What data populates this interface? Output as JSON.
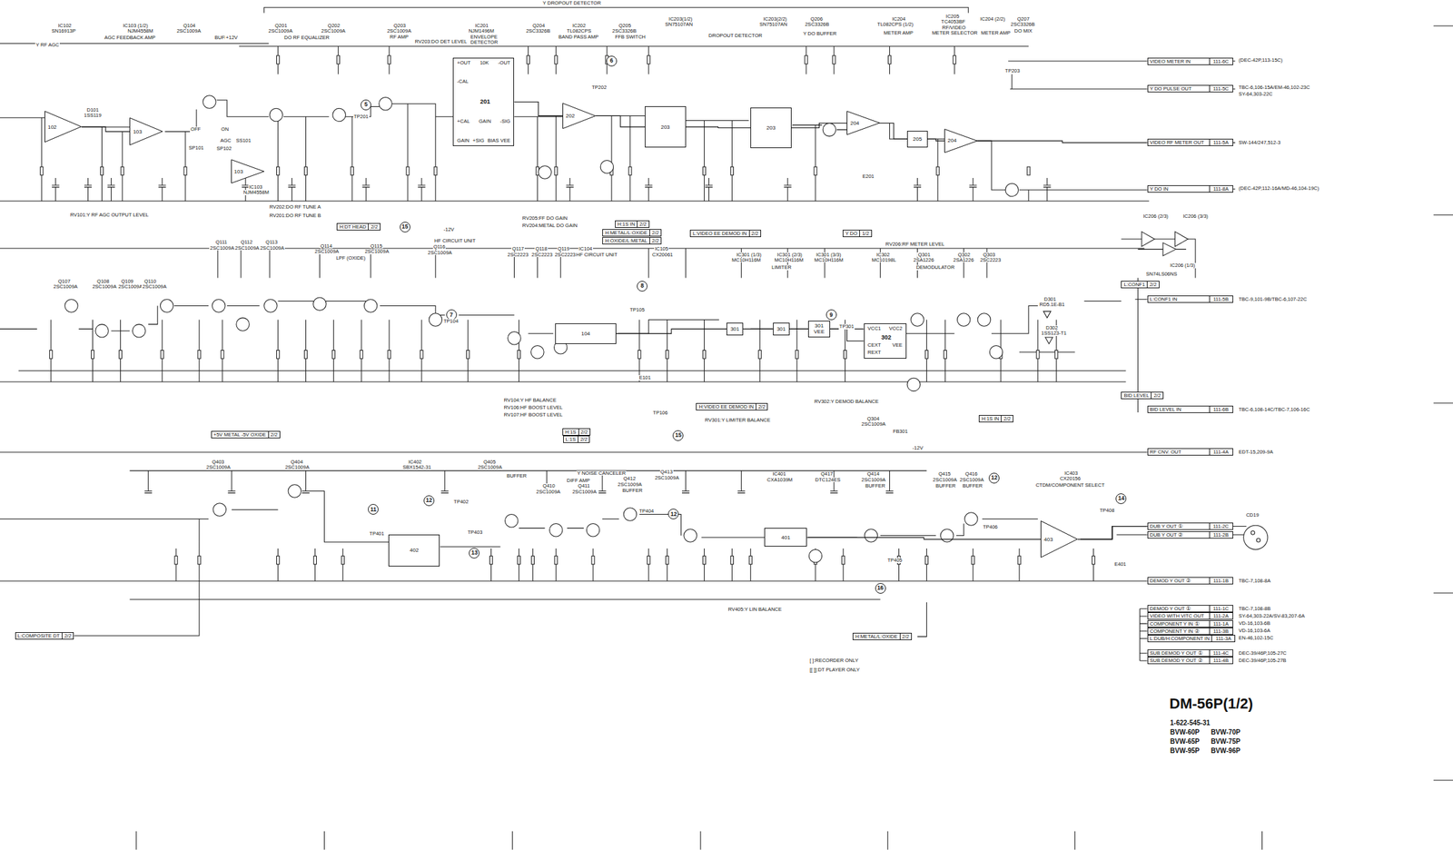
{
  "diagram": {
    "title": "DM-56P(1/2)",
    "nodes": [
      {
        "text": [
          "102"
        ]
      },
      {
        "text": [
          "103"
        ]
      },
      {
        "text": [
          "103"
        ]
      },
      {
        "text": [
          "+OUT",
          "10K",
          "-OUT",
          "-CAL",
          "201",
          "+CAL",
          "GAIN",
          "-SIG",
          "GAIN",
          "+SIG",
          "BIAS VEE"
        ]
      },
      {
        "text": [
          "202"
        ]
      },
      {
        "text": [
          "203"
        ]
      },
      {
        "text": [
          "203"
        ]
      },
      {
        "text": [
          "204"
        ]
      },
      {
        "text": [
          "205"
        ]
      },
      {
        "text": [
          "204"
        ]
      },
      {
        "text": [
          "104"
        ]
      },
      {
        "text": [
          "301"
        ]
      },
      {
        "text": [
          "301"
        ]
      },
      {
        "text": [
          "301",
          "VEE"
        ]
      },
      {
        "text": [
          "VCC1",
          "VCC2",
          "302",
          "CEXT",
          "VEE",
          "REXT"
        ]
      },
      {
        "text": [
          "402"
        ]
      },
      {
        "text": [
          "401"
        ]
      },
      {
        "text": [
          "403"
        ]
      },
      {
        "text": [
          "H:DT HEAD",
          "2/2"
        ]
      },
      {
        "text": [
          "H:1S IN",
          "2/2"
        ]
      },
      {
        "text": [
          "H:METAL/L:OXIDE",
          "2/2"
        ]
      },
      {
        "text": [
          "H:OXIDE/L:METAL",
          "2/2"
        ]
      },
      {
        "text": [
          "L:VIDEO EE DEMOD IN",
          "2/2"
        ]
      },
      {
        "text": [
          "Y DO",
          "1/2"
        ]
      },
      {
        "text": [
          "+5V METAL -5V OXIDE",
          "2/2"
        ]
      },
      {
        "text": [
          "H:VIDEO EE DEMOD IN",
          "2/2"
        ]
      },
      {
        "text": [
          "H:1S",
          "2/2"
        ]
      },
      {
        "text": [
          "L:1S",
          "2/2"
        ]
      },
      {
        "text": [
          "H:1S IN",
          "2/2"
        ]
      },
      {
        "text": [
          "H:METAL/L:OXIDE",
          "2/2"
        ]
      },
      {
        "text": [
          "L:COMPOSITE DT",
          "2/2"
        ]
      },
      {
        "text": [
          "L:CONF1",
          "2/2"
        ]
      },
      {
        "text": [
          "BID LEVEL",
          "2/2"
        ]
      },
      {
        "text": [
          "VIDEO METER IN",
          "111-6C"
        ]
      },
      {
        "text": [
          "Y DO PULSE OUT",
          "111-5C"
        ]
      },
      {
        "text": [
          "VIDEO RF METER OUT",
          "111-5A"
        ]
      },
      {
        "text": [
          "Y DO IN",
          "111-8A"
        ]
      },
      {
        "text": [
          "L:CONF1 IN",
          "111-5B"
        ]
      },
      {
        "text": [
          "BID LEVEL IN",
          "111-6B"
        ]
      },
      {
        "text": [
          "RF CNV. OUT",
          "111-4A"
        ]
      },
      {
        "text": [
          "DUB Y OUT ①",
          "111-2C"
        ]
      },
      {
        "text": [
          "DUB Y OUT ②",
          "111-2B"
        ]
      },
      {
        "text": [
          "DEMOD Y OUT ②",
          "111-1B"
        ]
      },
      {
        "text": [
          "DEMOD Y OUT ①",
          "111-1C"
        ]
      },
      {
        "text": [
          "VIDEO WITH VITC OUT",
          "111-2A"
        ]
      },
      {
        "text": [
          "COMPONENT Y IN ①",
          "111-1A"
        ]
      },
      {
        "text": [
          "COMPONENT Y IN ②",
          "111-3B"
        ]
      },
      {
        "text": [
          "L:DUB/H:COMPONENT IN",
          "111-3A"
        ]
      },
      {
        "text": [
          "SUB DEMOD Y OUT ①",
          "111-4C"
        ]
      },
      {
        "text": [
          "SUB DEMOD Y OUT ②",
          "111-4B"
        ]
      },
      {
        "text": [
          "5"
        ]
      },
      {
        "text": [
          "6"
        ]
      },
      {
        "text": [
          "7"
        ]
      },
      {
        "text": [
          "8"
        ]
      },
      {
        "text": [
          "9"
        ]
      },
      {
        "text": [
          "11"
        ]
      },
      {
        "text": [
          "12"
        ]
      },
      {
        "text": [
          "13"
        ]
      },
      {
        "text": [
          "12"
        ]
      },
      {
        "text": [
          "12"
        ]
      },
      {
        "text": [
          "14"
        ]
      },
      {
        "text": [
          "15"
        ]
      },
      {
        "text": [
          "16"
        ]
      },
      {
        "text": [
          "15"
        ]
      }
    ],
    "edges": [
      {
        "from": 0,
        "to": 1,
        "arrow": "none"
      },
      {
        "from": 3,
        "to": 4,
        "arrow": "none"
      },
      {
        "from": 4,
        "to": 5,
        "arrow": "none"
      },
      {
        "from": 5,
        "to": 6,
        "arrow": "none"
      },
      {
        "from": 6,
        "to": 7,
        "arrow": "none"
      },
      {
        "from": 7,
        "to": 8,
        "arrow": "none"
      },
      {
        "from": 8,
        "to": 9,
        "arrow": "none"
      },
      {
        "from": 9,
        "to": 35,
        "arrow": "none"
      },
      {
        "from": 10,
        "to": 11,
        "arrow": "none"
      },
      {
        "from": 11,
        "to": 12,
        "arrow": "none"
      },
      {
        "from": 12,
        "to": 13,
        "arrow": "none"
      },
      {
        "from": 13,
        "to": 14,
        "arrow": "none"
      },
      {
        "from": 16,
        "to": 17,
        "arrow": "none"
      },
      {
        "from": 17,
        "to": 40,
        "arrow": "none"
      }
    ],
    "labels": [
      "Y DROPOUT DETECTOR",
      "IC102",
      "SN16913P",
      "IC103 (1/2)",
      "NJM4558M",
      "Q104",
      "2SC1009A",
      "AGC FEEDBACK AMP",
      "BUFFER",
      "Y RF AGC",
      "+12V",
      "Q201",
      "2SC1009A",
      "Q202",
      "2SC1009A",
      "DO RF EQUALIZER",
      "Q203",
      "2SC1009A",
      "RF AMP",
      "RV203:DO DET LEVEL",
      "IC201",
      "NJM1496M",
      "ENVELOPE",
      "DETECTOR",
      "Q204",
      "2SC3326B",
      "IC202",
      "TL082CPS",
      "BAND PASS AMP",
      "Q205",
      "2SC3326B",
      "FFB SWITCH",
      "IC203(1/2)",
      "SN75107AN",
      "IC203(2/2)",
      "SN75107AN",
      "DROPOUT DETECTOR",
      "Q206",
      "2SC3326B",
      "Y DO BUFFER",
      "IC204",
      "TL082CPS (1/2)",
      "METER AMP",
      "IC205",
      "TC4053BF",
      "RF/VIDEO",
      "METER SELECTOR",
      "IC204 (2/2)",
      "METER AMP",
      "Q207",
      "2SC3326B",
      "DO MIX",
      "TP203",
      "TP202",
      "TP201",
      "D101",
      "1SS119",
      "OFF",
      "ON",
      "AGC",
      "SS101",
      "SP101",
      "SP102",
      "IC103",
      "NJM4558M",
      "RV101:Y RF AGC OUTPUT LEVEL",
      "RV202:DO RF TUNE A",
      "RV201:DO RF TUNE B",
      "RV205:FF DO GAIN",
      "RV204:METAL DO GAIN",
      "RV206:RF METER LEVEL",
      "E201",
      "-12V",
      "Q111",
      "2SC1009A",
      "Q112",
      "2SC1009A",
      "Q113",
      "2SC1009A",
      "HF CIRCUIT UNIT",
      "Q114",
      "2SC1009A",
      "Q115",
      "2SC1009A",
      "LPF (OXIDE)",
      "Q116",
      "2SC1009A",
      "Q117",
      "2SC2223",
      "Q118",
      "2SC2223",
      "Q119",
      "2SC2223",
      "IC104",
      "HF CIRCUIT UNIT",
      "IC105",
      "CX20061",
      "Q107",
      "2SC1009A",
      "Q108",
      "2SC1009A",
      "Q109",
      "2SC1009A",
      "Q110",
      "2SC1009A",
      "IC301 (1/3)",
      "MC10H116M",
      "IC301 (2/3)",
      "MC10H116M",
      "IC301 (3/3)",
      "MC10H116M",
      "LIMITER",
      "IC302",
      "MC10198L",
      "Q301",
      "2SA1226",
      "Q302",
      "2SA1226",
      "Q303",
      "2SC2223",
      "DEMODULATOR",
      "TP104",
      "TP105",
      "TP301",
      "TP106",
      "E101",
      "RV104:Y HF BALANCE",
      "RV106:HF BOOST LEVEL",
      "RV107:HF BOOST LEVEL",
      "RV301:Y LIMITER BALANCE",
      "RV302:Y DEMOD BALANCE",
      "Q304",
      "2SC1009A",
      "-12V",
      "IC206 (2/3)",
      "IC206 (3/3)",
      "IC206 (1/3)",
      "SN74LS06NS",
      "D301",
      "RD5.1E-B1",
      "D302",
      "1SS123-T1",
      "FB301",
      "Q403",
      "2SC1009A",
      "Q404",
      "2SC1009A",
      "IC402",
      "SBX1542-31",
      "Q405",
      "2SC1009A",
      "BUFFER",
      "Y NOISE CANCELER",
      "DIFF AMP",
      "Q410",
      "2SC1009A",
      "Q411",
      "2SC1009A",
      "Q412",
      "2SC1009A",
      "BUFFER",
      "Q413",
      "2SC1009A",
      "IC401",
      "CXA1039M",
      "Q417",
      "DTC124ES",
      "Q414",
      "2SC1009A",
      "BUFFER",
      "Q415",
      "2SC1009A",
      "BUFFER",
      "Q416",
      "2SC1009A",
      "BUFFER",
      "IC403",
      "CX20156",
      "CTDM/COMPONENT SELECT",
      "TP401",
      "TP402",
      "TP403",
      "TP404",
      "TP405",
      "TP406",
      "TP408",
      "E401",
      "RV405:Y LIN BALANCE",
      "CD19",
      "[ ]:RECORDER ONLY",
      "[[ ]]:DT PLAYER ONLY",
      "1-622-545-31",
      "BVW-60P",
      "BVW-70P",
      "BVW-65P",
      "BVW-75P",
      "BVW-95P",
      "BVW-96P",
      "(DEC-42P,113-15C)",
      "TBC-6,106-15A/EM-46,102-23C",
      "SY-64,303-22C",
      "SW-144/247,512-3",
      "(DEC-42P,112-16A/MD-46,104-19C)",
      "TBC-9,101-9B/TBC-6,107-22C",
      "TBC-6,108-14C/TBC-7,106-16C",
      "EDT-15,209-9A",
      "TBC-7,108-8A",
      "TBC-7,108-8B",
      "SY-64,303-22A/SV-83,207-6A",
      "VD-16,103-6B",
      "VD-16,103-6A",
      "EN-46,102-15C",
      "DEC-39/46P,105-27C",
      "DEC-39/46P,105-27B"
    ]
  }
}
